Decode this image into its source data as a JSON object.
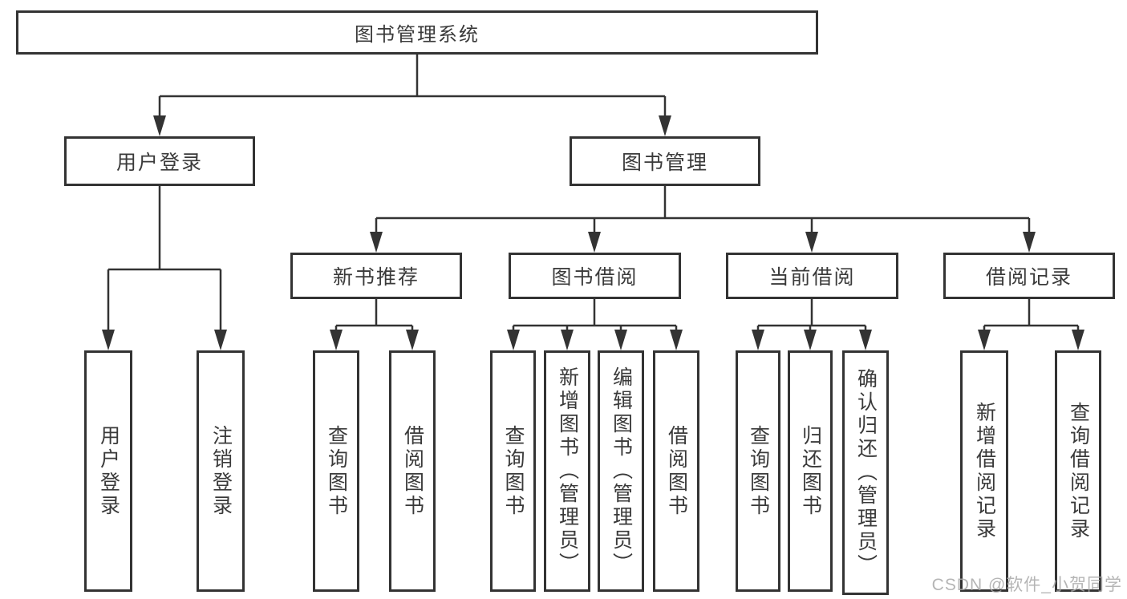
{
  "root": {
    "label": "图书管理系统"
  },
  "user_login": {
    "label": "用户登录",
    "leaves": [
      "用户登录",
      "注销登录"
    ]
  },
  "book_management": {
    "label": "图书管理",
    "groups": [
      {
        "label": "新书推荐",
        "leaves": [
          "查询图书",
          "借阅图书"
        ]
      },
      {
        "label": "图书借阅",
        "leaves": [
          "查询图书",
          "新增图书（管理员）",
          "编辑图书（管理员）",
          "借阅图书"
        ]
      },
      {
        "label": "当前借阅",
        "leaves": [
          "查询图书",
          "归还图书",
          "确认归还（管理员）"
        ]
      },
      {
        "label": "借阅记录",
        "leaves": [
          "新增借阅记录",
          "查询借阅记录"
        ]
      }
    ]
  },
  "watermark": "CSDN @软件_小贺同学",
  "colors": {
    "line": "#333333",
    "text": "#3a3a3a",
    "background": "#ffffff"
  }
}
